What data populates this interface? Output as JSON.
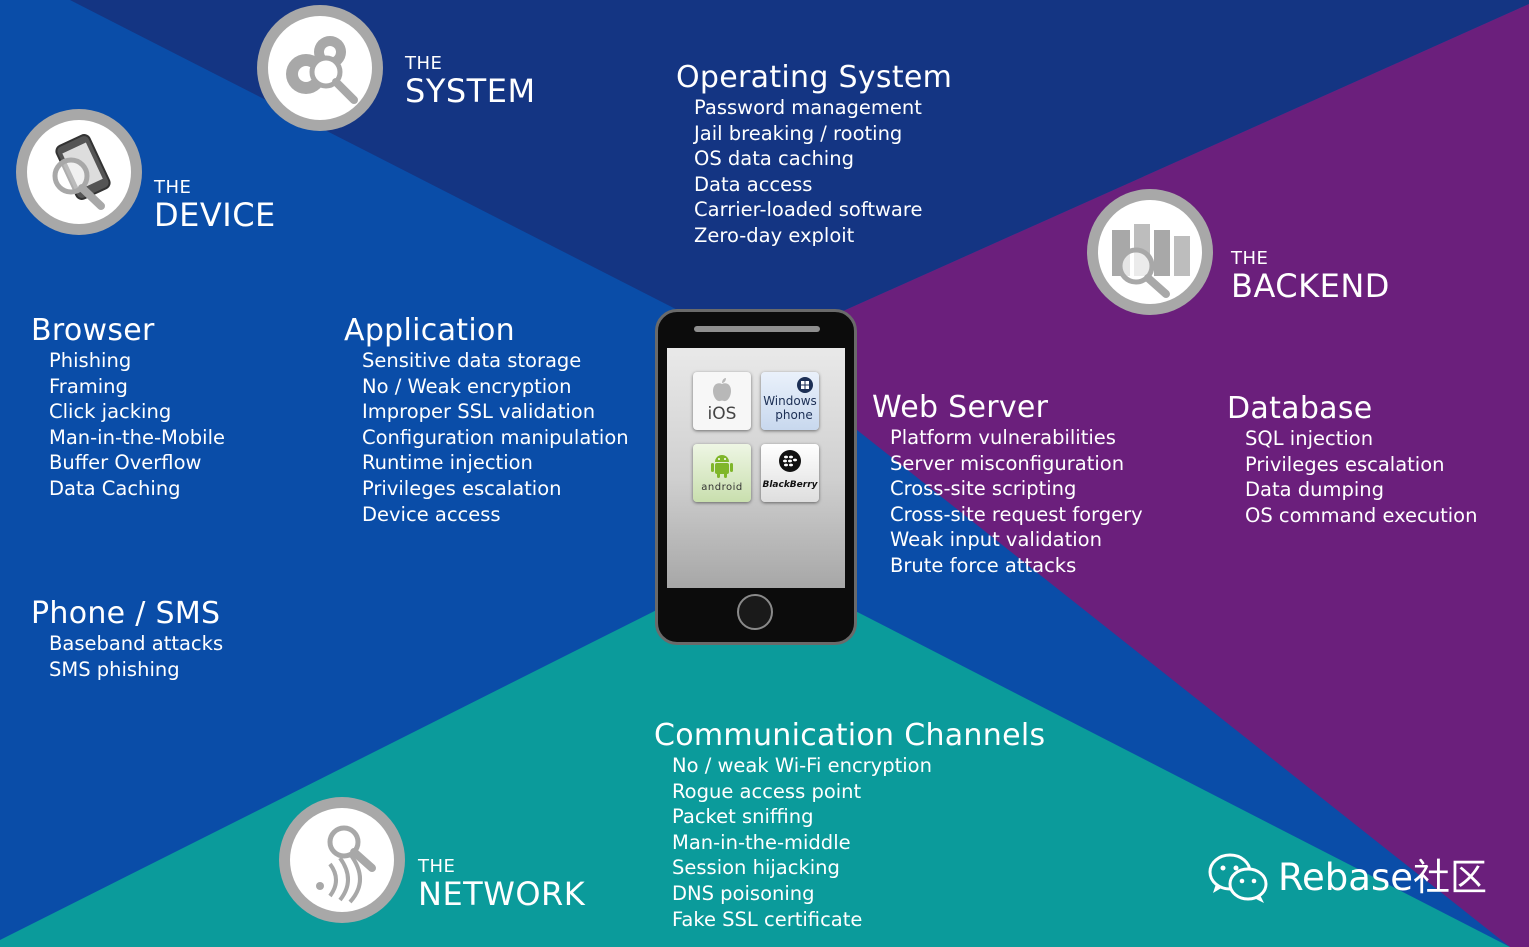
{
  "colors": {
    "device_blue": "#0a4da8",
    "system_navy": "#143583",
    "backend_purple": "#6b1f7c",
    "network_teal": "#0b9b9b",
    "text": "#ffffff"
  },
  "badges": {
    "system": {
      "the": "THE",
      "name": "SYSTEM",
      "icon": "gears-magnifier-icon"
    },
    "device": {
      "the": "THE",
      "name": "DEVICE",
      "icon": "phone-magnifier-icon"
    },
    "backend": {
      "the": "THE",
      "name": "BACKEND",
      "icon": "servers-magnifier-icon"
    },
    "network": {
      "the": "THE",
      "name": "NETWORK",
      "icon": "signal-magnifier-icon"
    }
  },
  "sections": {
    "operating_system": {
      "title": "Operating System",
      "items": [
        "Password management",
        "Jail breaking / rooting",
        "OS data caching",
        "Data access",
        "Carrier-loaded software",
        "Zero-day exploit"
      ]
    },
    "browser": {
      "title": "Browser",
      "items": [
        "Phishing",
        "Framing",
        "Click jacking",
        "Man-in-the-Mobile",
        "Buffer Overflow",
        "Data Caching"
      ]
    },
    "application": {
      "title": "Application",
      "items": [
        "Sensitive data storage",
        "No / Weak encryption",
        "Improper SSL validation",
        "Configuration manipulation",
        "Runtime injection",
        "Privileges escalation",
        "Device access"
      ]
    },
    "phone_sms": {
      "title": "Phone / SMS",
      "items": [
        "Baseband attacks",
        "SMS phishing"
      ]
    },
    "web_server": {
      "title": "Web Server",
      "items": [
        "Platform vulnerabilities",
        "Server misconfiguration",
        "Cross-site scripting",
        "Cross-site request forgery",
        "Weak input validation",
        "Brute force attacks"
      ]
    },
    "database": {
      "title": "Database",
      "items": [
        "SQL injection",
        "Privileges escalation",
        "Data dumping",
        "OS command execution"
      ]
    },
    "communication": {
      "title": "Communication Channels",
      "items": [
        "No / weak Wi-Fi encryption",
        "Rogue access point",
        "Packet sniffing",
        "Man-in-the-middle",
        "Session hijacking",
        "DNS poisoning",
        "Fake SSL certificate"
      ]
    }
  },
  "phone_apps": {
    "ios": {
      "label": "iOS",
      "icon": "apple-icon"
    },
    "windows": {
      "label1": "Windows",
      "label2": "phone",
      "icon": "windows-flag-icon"
    },
    "android": {
      "label": "android",
      "icon": "android-robot-icon"
    },
    "blackberry": {
      "label": "BlackBerry",
      "icon": "blackberry-icon"
    }
  },
  "brand": {
    "text": "Rebase社区",
    "icon": "wechat-icon"
  }
}
